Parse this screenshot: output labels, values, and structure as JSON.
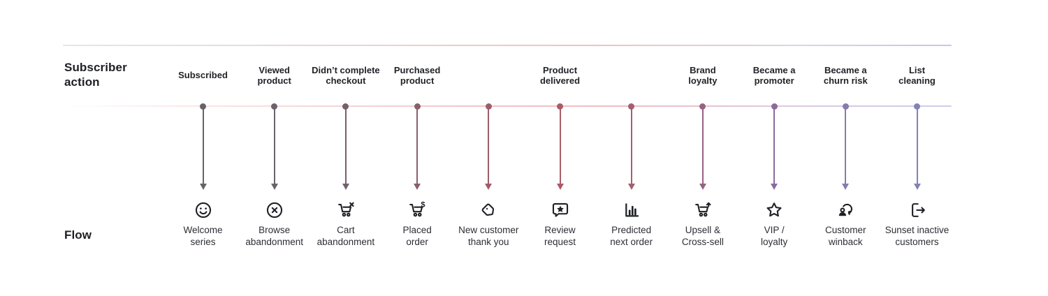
{
  "page": {
    "background": "#ffffff",
    "accent_pink": "#efbdc2",
    "accent_lavender": "#cfccea"
  },
  "left_labels": {
    "subscriber_action": "Subscriber action",
    "flow": "Flow"
  },
  "columns": [
    {
      "action_lines": [
        "Subscribed"
      ],
      "flow_lines": [
        "Welcome",
        "series"
      ],
      "icon": "smiley-icon",
      "color": "#656369"
    },
    {
      "action_lines": [
        "Viewed",
        "product"
      ],
      "flow_lines": [
        "Browse",
        "abandonment"
      ],
      "icon": "circle-x-icon",
      "color": "#6b626b"
    },
    {
      "action_lines": [
        "Didn’t complete",
        "checkout"
      ],
      "flow_lines": [
        "Cart",
        "abandonment"
      ],
      "icon": "cart-x-icon",
      "color": "#765f6c"
    },
    {
      "action_lines": [
        "Purchased",
        "product"
      ],
      "flow_lines": [
        "Placed",
        "order"
      ],
      "icon": "cart-dollar-icon",
      "color": "#8a5e6d"
    },
    {
      "action_lines": [],
      "flow_lines": [
        "New customer",
        "thank you"
      ],
      "icon": "price-tag-icon",
      "color": "#9d5d6a"
    },
    {
      "action_lines": [
        "Product",
        "delivered"
      ],
      "flow_lines": [
        "Review",
        "request"
      ],
      "icon": "review-star-icon",
      "color": "#ab5b67"
    },
    {
      "action_lines": [],
      "flow_lines": [
        "Predicted",
        "next order"
      ],
      "icon": "bar-chart-icon",
      "color": "#a45e70"
    },
    {
      "action_lines": [
        "Brand",
        "loyalty"
      ],
      "flow_lines": [
        "Upsell &",
        "Cross-sell"
      ],
      "icon": "cart-up-icon",
      "color": "#976283"
    },
    {
      "action_lines": [
        "Became a",
        "promoter"
      ],
      "flow_lines": [
        "VIP /",
        "loyalty"
      ],
      "icon": "star-icon",
      "color": "#8a6b9d"
    },
    {
      "action_lines": [
        "Became a",
        "churn risk"
      ],
      "flow_lines": [
        "Customer",
        "winback"
      ],
      "icon": "customer-refresh-icon",
      "color": "#857cae"
    },
    {
      "action_lines": [
        "List",
        "cleaning"
      ],
      "flow_lines": [
        "Sunset inactive",
        "customers"
      ],
      "icon": "sign-out-icon",
      "color": "#8282b6"
    }
  ]
}
